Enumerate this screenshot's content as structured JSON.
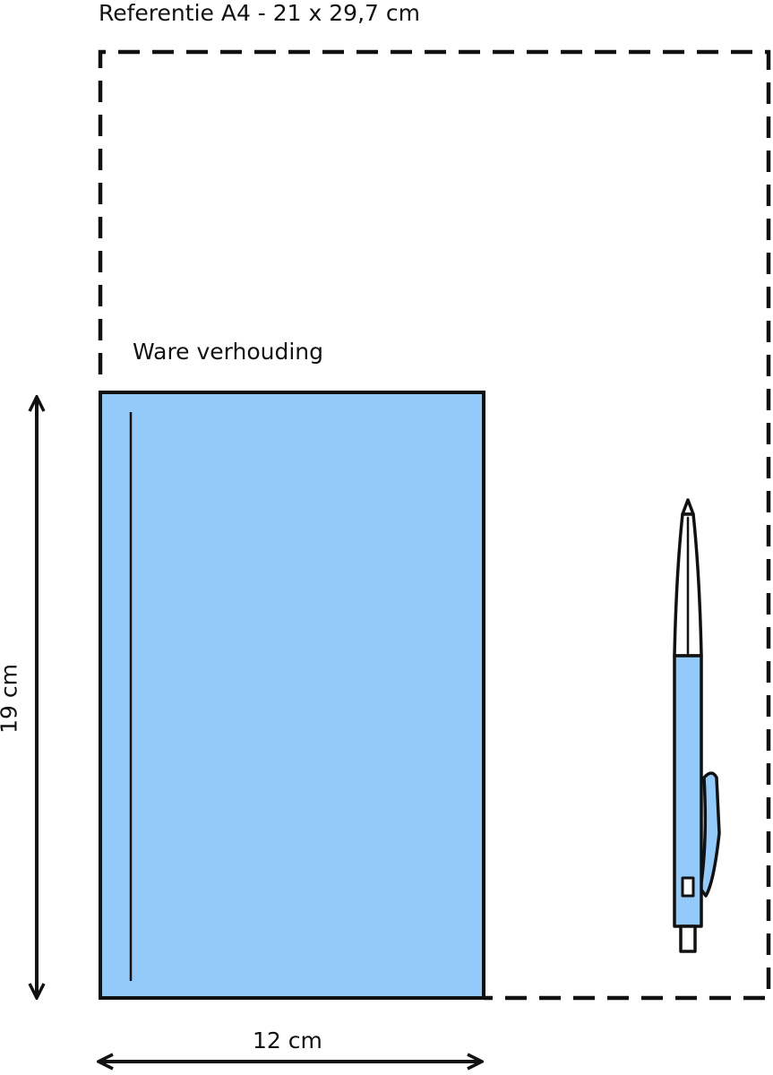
{
  "labels": {
    "reference": "Referentie A4 - 21 x 29,7 cm",
    "true_ratio": "Ware verhouding",
    "width": "12 cm",
    "height": "19 cm"
  },
  "colors": {
    "notebook_fill": "#93CAFA",
    "outline": "#111111",
    "background": "#FFFFFF"
  },
  "icons": {
    "pen": "ballpoint-pen-icon"
  }
}
